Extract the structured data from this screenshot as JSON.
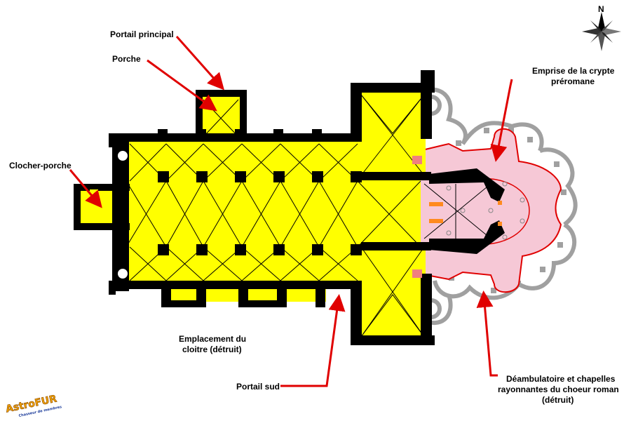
{
  "colors": {
    "wall": "#000000",
    "nave_fill": "#ffff00",
    "crypt_fill": "#f6c8d6",
    "crypt_outline": "#e00000",
    "destroyed_wall": "#a0a0a0",
    "arrow": "#e00000",
    "background": "#ffffff"
  },
  "north": {
    "label": "N"
  },
  "labels": {
    "portail_principal": "Portail principal",
    "porche": "Porche",
    "clocher_porche": "Clocher-porche",
    "crypte_line1": "Emprise de la crypte",
    "crypte_line2": "préromane",
    "cloitre_line1": "Emplacement du",
    "cloitre_line2": "cloitre (détruit)",
    "portail_sud": "Portail sud",
    "deamb_line1": "Déambulatoire et chapelles",
    "deamb_line2": "rayonnantes du choeur roman",
    "deamb_line3": "(détruit)"
  },
  "watermark": {
    "name": "AstroFUR",
    "tagline": "Chasseur de membres"
  }
}
